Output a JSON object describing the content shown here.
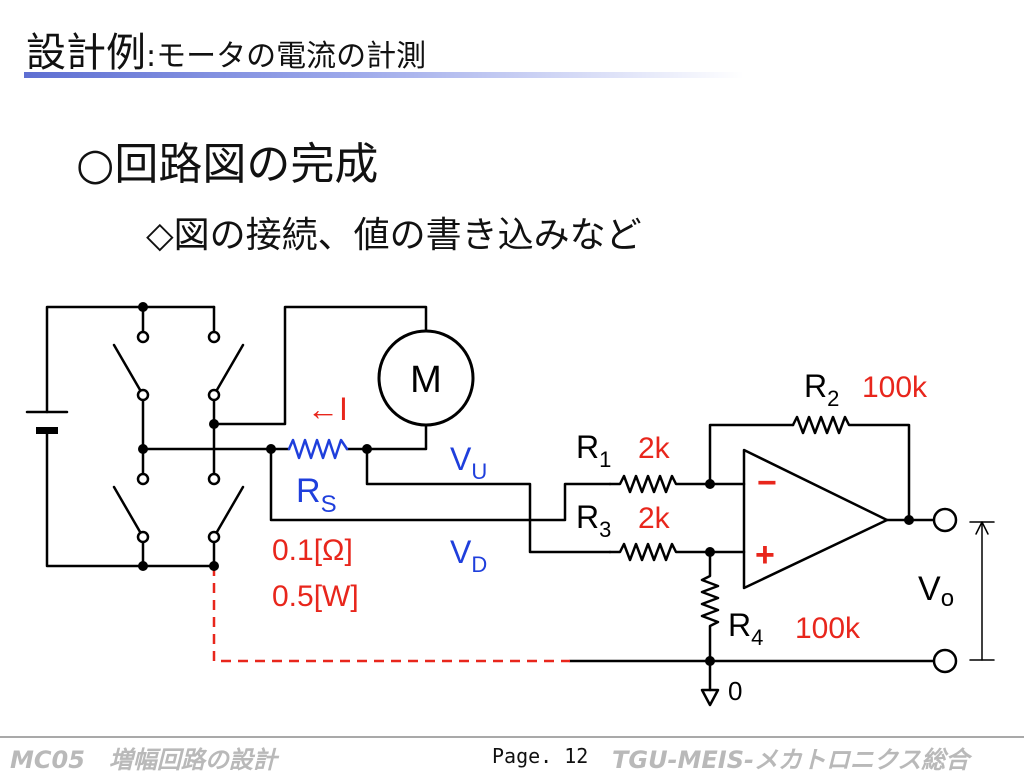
{
  "header": {
    "title_main": "設計例",
    "title_sub": ":モータの電流の計測"
  },
  "body": {
    "heading": "○回路図の完成",
    "subheading": "◇図の接続、値の書き込みなど"
  },
  "circuit": {
    "motor_label": "M",
    "current_label": "←I",
    "rs_label": "R",
    "rs_sub": "S",
    "rs_value": "0.1[Ω]",
    "rs_power": "0.5[W]",
    "vu_label": "V",
    "vu_sub": "U",
    "vd_label": "V",
    "vd_sub": "D",
    "r1_label": "R",
    "r1_sub": "1",
    "r1_value": "2k",
    "r2_label": "R",
    "r2_sub": "2",
    "r2_value": "100k",
    "r3_label": "R",
    "r3_sub": "3",
    "r3_value": "2k",
    "r4_label": "R",
    "r4_sub": "4",
    "r4_value": "100k",
    "opamp_minus": "−",
    "opamp_plus": "+",
    "vo_label": "V",
    "vo_sub": "o",
    "ground_label": "0",
    "colors": {
      "red": "#e8261c",
      "blue": "#1f3fdc",
      "black": "#000000"
    }
  },
  "footer": {
    "left": "MC05　増幅回路の設計",
    "page": "Page. 12",
    "right": "TGU-MEIS-メカトロニクス総合"
  }
}
